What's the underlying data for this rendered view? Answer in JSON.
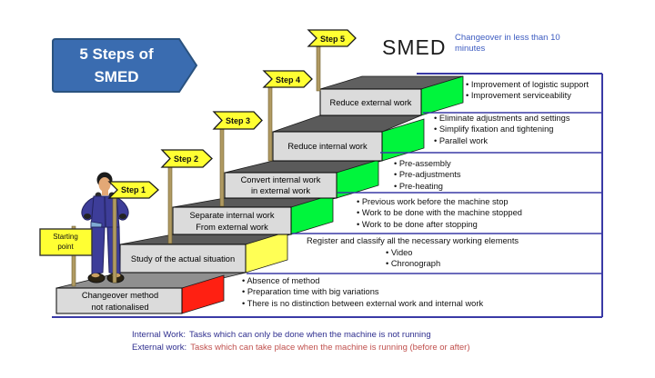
{
  "slide": {
    "banner": {
      "line1": "5 Steps of",
      "line2": "SMED"
    },
    "title": "SMED",
    "subtitle": "Changeover in less than 10 minutes",
    "start_sign": {
      "line1": "Starting",
      "line2": "point"
    },
    "flags": [
      {
        "label": "Step 1"
      },
      {
        "label": "Step 2"
      },
      {
        "label": "Step 3"
      },
      {
        "label": "Step 4"
      },
      {
        "label": "Step 5"
      }
    ],
    "steps": [
      {
        "label": [
          "Changeover method",
          "not rationalised"
        ],
        "side_color": "#FF2012",
        "bullets": [
          "Absence of method",
          "Preparation time with big variations",
          "There is no distinction between external work and internal work"
        ]
      },
      {
        "label": [
          "Study of the actual situation"
        ],
        "side_color": "#FFFF55",
        "header": "Register and classify all the necessary working elements",
        "bullets": [
          "Video",
          "Chronograph"
        ]
      },
      {
        "label": [
          "Separate internal work",
          "From external work"
        ],
        "side_color": "#00F53C",
        "bullets": [
          "Previous work before the machine stop",
          "Work to be done with the machine stopped",
          "Work to be done after stopping"
        ]
      },
      {
        "label": [
          "Convert internal work",
          "in external work"
        ],
        "side_color": "#00F53C",
        "bullets": [
          "Pre-assembly",
          "Pre-adjustments",
          "Pre-heating"
        ]
      },
      {
        "label": [
          "Reduce internal work"
        ],
        "side_color": "#00F53C",
        "bullets": [
          "Eliminate adjustments and settings",
          "Simplify fixation and tightening",
          "Parallel work"
        ]
      },
      {
        "label": [
          "Reduce external work"
        ],
        "side_color": "#00F53C",
        "bullets": [
          "Improvement of logistic support",
          "Improvement serviceability"
        ]
      }
    ],
    "legend": {
      "internal_label": "Internal Work:",
      "internal_text": "Tasks which can only be done when the machine is not running",
      "external_label": "External work:",
      "external_text": "Tasks which can take place when the machine is running (before or after)"
    },
    "colors": {
      "banner_fill": "#3A6CB0",
      "banner_border": "#2A527F",
      "flag_fill": "#FFFF33",
      "pole_fill": "#B09A62",
      "panel_border": "#3A3AA6",
      "subtitle_text": "#3C5BC0",
      "legend_navy": "#2F2F8F",
      "legend_red": "#C0504D",
      "step_front": "#DBDBDB",
      "tread_dark": "#5A5A5A",
      "tread_light": "#8F8F8F"
    }
  }
}
